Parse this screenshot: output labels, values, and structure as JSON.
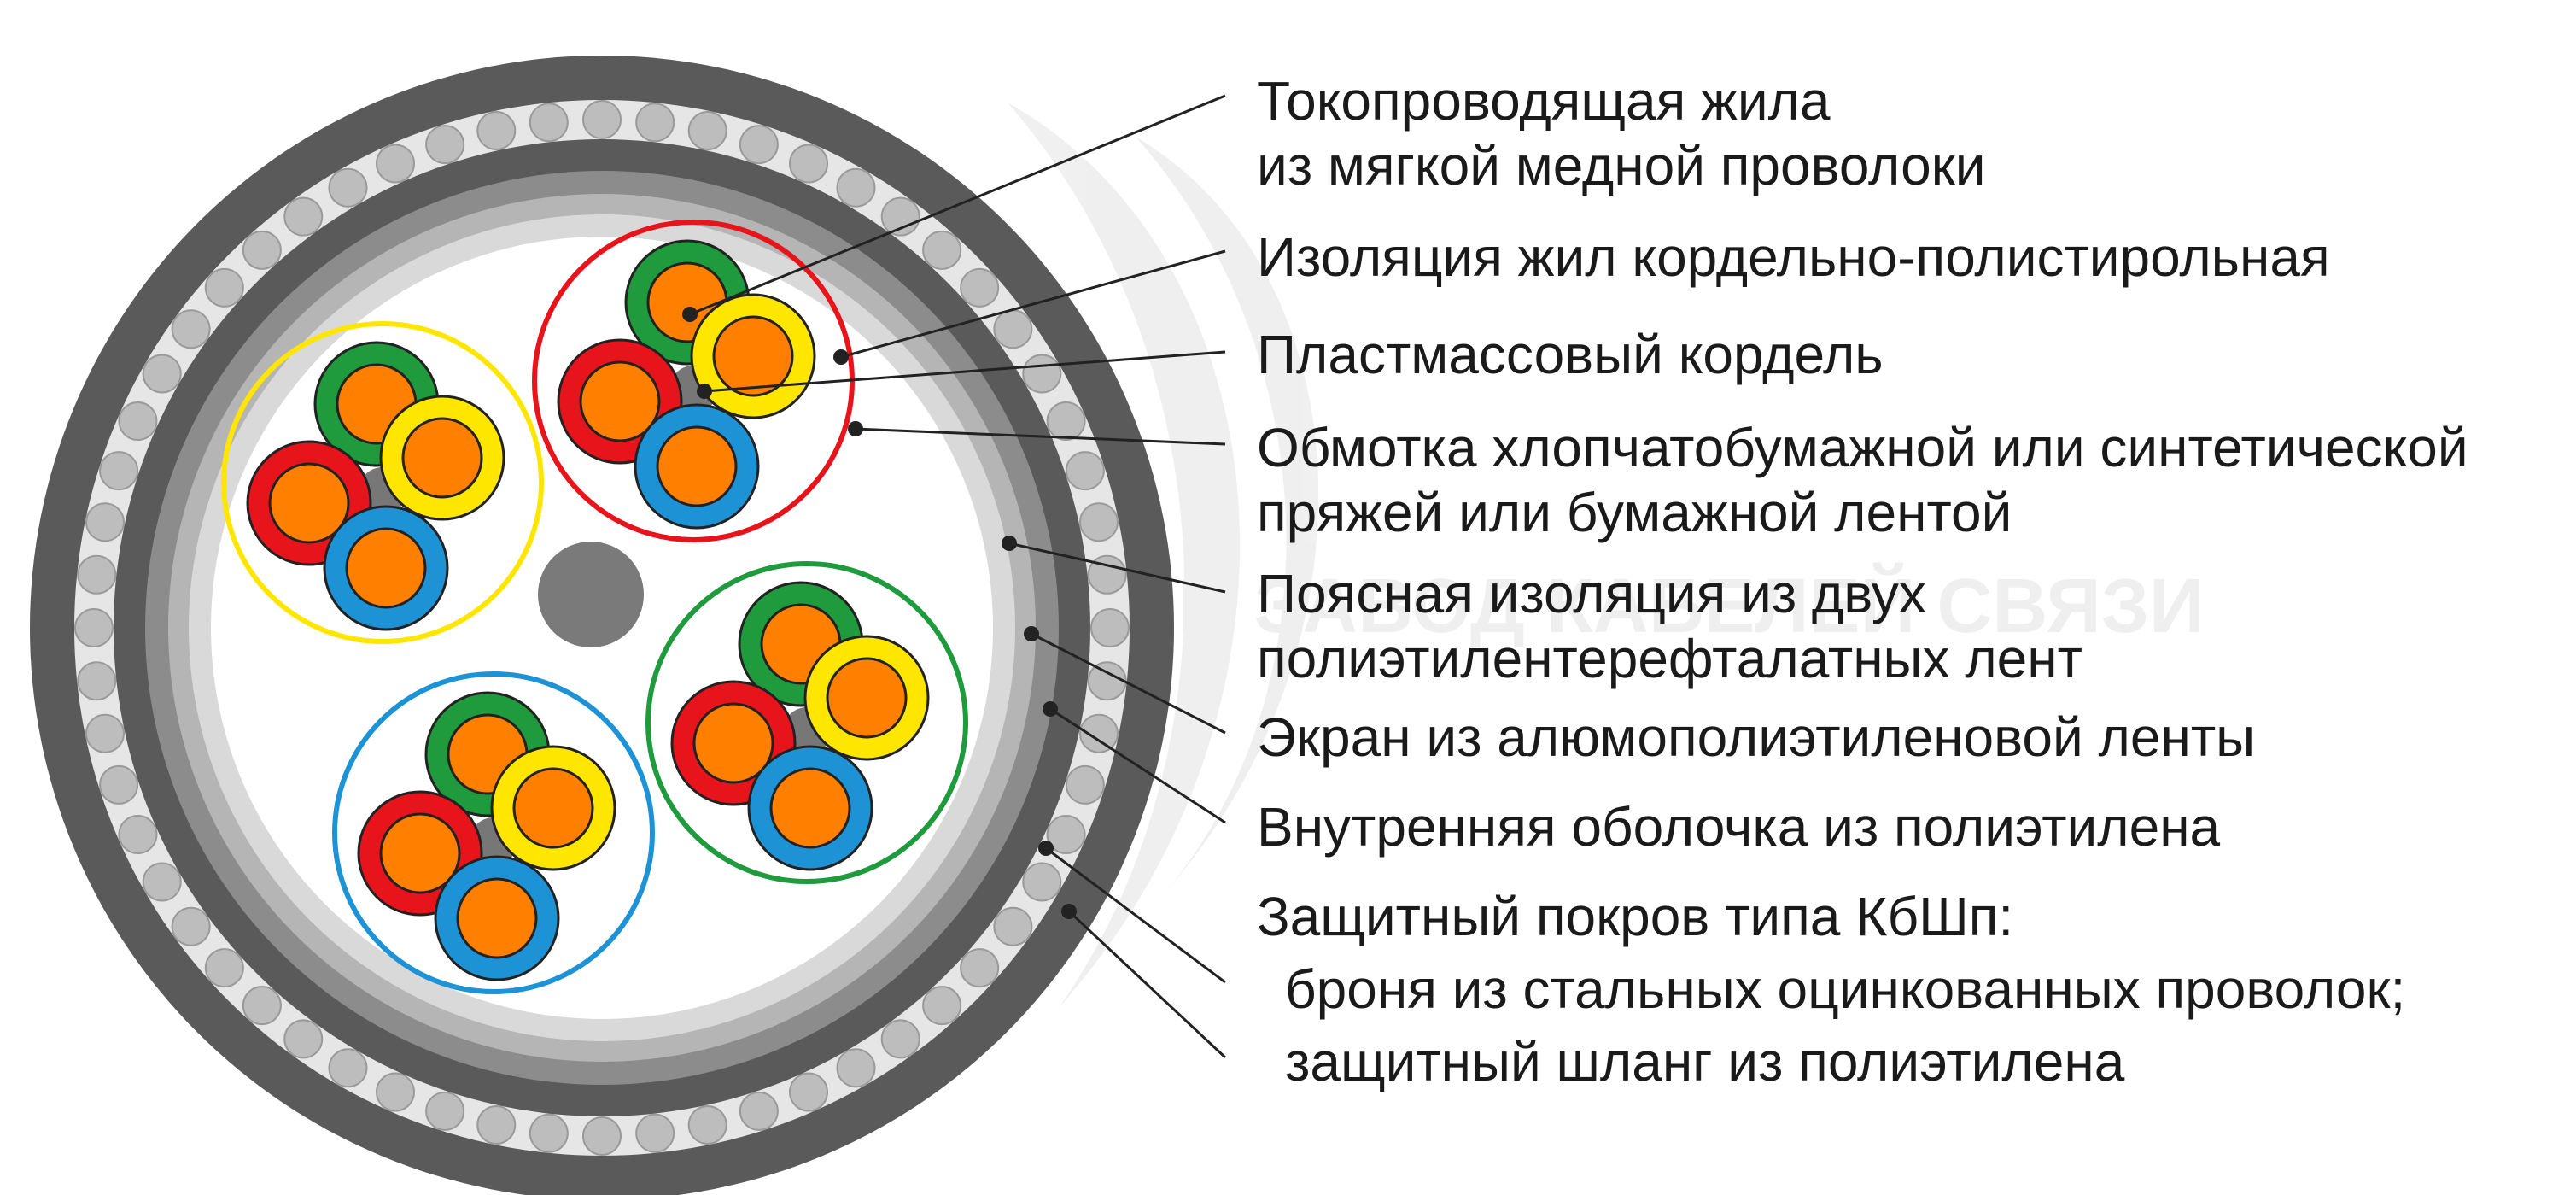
{
  "labels": {
    "conductor_line1": "Токопроводящая жила",
    "conductor_line2": "из мягкой медной проволоки",
    "insulation": "Изоляция жил кордельно-полистирольная",
    "cordel": "Пластмассовый кордель",
    "wrapping_line1": "Обмотка хлопчатобумажной или синтетической",
    "wrapping_line2": "пряжей или бумажной лентой",
    "belt_line1": "Поясная изоляция из двух",
    "belt_line2": "полиэтилентерефталатных лент",
    "screen": "Экран из алюмополиэтиленовой ленты",
    "inner_sheath": "Внутренняя оболочка из полиэтилена",
    "cover_title": "Защитный покров типа КбШп:",
    "cover_armor": "броня из стальных оцинкованных проволок;",
    "cover_hose": "защитный шланг из полиэтилена"
  },
  "watermark": "ГОРОВЕЦКИЙ ЗАВОД КАБЕЛЕЙ СВЯЗИ",
  "colors": {
    "conductor": "#ff7f00",
    "ins_green": "#1f9a3c",
    "ins_yellow": "#ffe600",
    "ins_red": "#e8141c",
    "ins_blue": "#1d93d6",
    "cordel": "#777777",
    "wrap_red": "#e8141c",
    "wrap_yellow": "#ffe600",
    "wrap_blue": "#1d93d6",
    "wrap_green": "#1f9a3c",
    "outer": "#5a5a5a",
    "armor_wire": "#bdbdbd"
  }
}
